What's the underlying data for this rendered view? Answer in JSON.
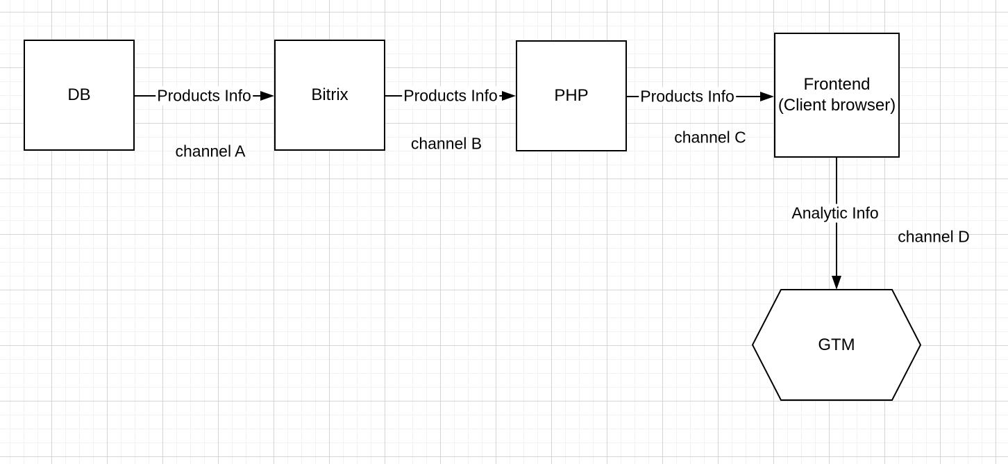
{
  "canvas": {
    "background_color": "#ffffff",
    "grid_minor_color": "#f2f2f2",
    "grid_major_color": "#d4d4d4",
    "stroke_color": "#000000",
    "node_fill_color": "#ffffff"
  },
  "diagram": {
    "nodes": [
      {
        "id": "db",
        "shape": "rectangle",
        "label": "DB"
      },
      {
        "id": "bitrix",
        "shape": "rectangle",
        "label": "Bitrix"
      },
      {
        "id": "php",
        "shape": "rectangle",
        "label": "PHP"
      },
      {
        "id": "frontend",
        "shape": "rectangle",
        "label_line1": "Frontend",
        "label_line2": "(Client browser)"
      },
      {
        "id": "gtm",
        "shape": "hexagon",
        "label": "GTM"
      }
    ],
    "edges": [
      {
        "from": "db",
        "to": "bitrix",
        "direction": "right",
        "label": "Products Info",
        "channel_label": "channel A"
      },
      {
        "from": "bitrix",
        "to": "php",
        "direction": "right",
        "label": "Products Info",
        "channel_label": "channel B"
      },
      {
        "from": "php",
        "to": "frontend",
        "direction": "right",
        "label": "Products Info",
        "channel_label": "channel C"
      },
      {
        "from": "frontend",
        "to": "gtm",
        "direction": "down",
        "label": "Analytic Info",
        "channel_label": "channel D"
      }
    ]
  }
}
